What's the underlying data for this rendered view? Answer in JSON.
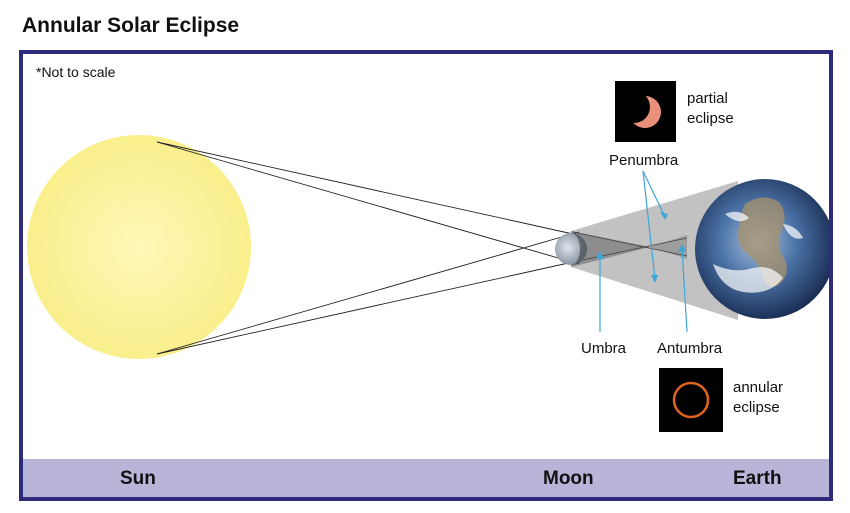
{
  "title": "Annular Solar Eclipse",
  "note": "*Not to scale",
  "labels": {
    "partial_line1": "partial",
    "partial_line2": "eclipse",
    "penumbra": "Penumbra",
    "umbra": "Umbra",
    "antumbra": "Antumbra",
    "annular_line1": "annular",
    "annular_line2": "eclipse"
  },
  "bottom_labels": {
    "sun": "Sun",
    "moon": "Moon",
    "earth": "Earth"
  },
  "colors": {
    "frame_border": "#2e2b7a",
    "bottom_bar": "#b9b5d8",
    "sun_fill": "#fbf39a",
    "pointer_lines": "#3fa6d8",
    "partial_eclipse_crescent": "#e9907a",
    "annular_ring": "#e0641e"
  }
}
